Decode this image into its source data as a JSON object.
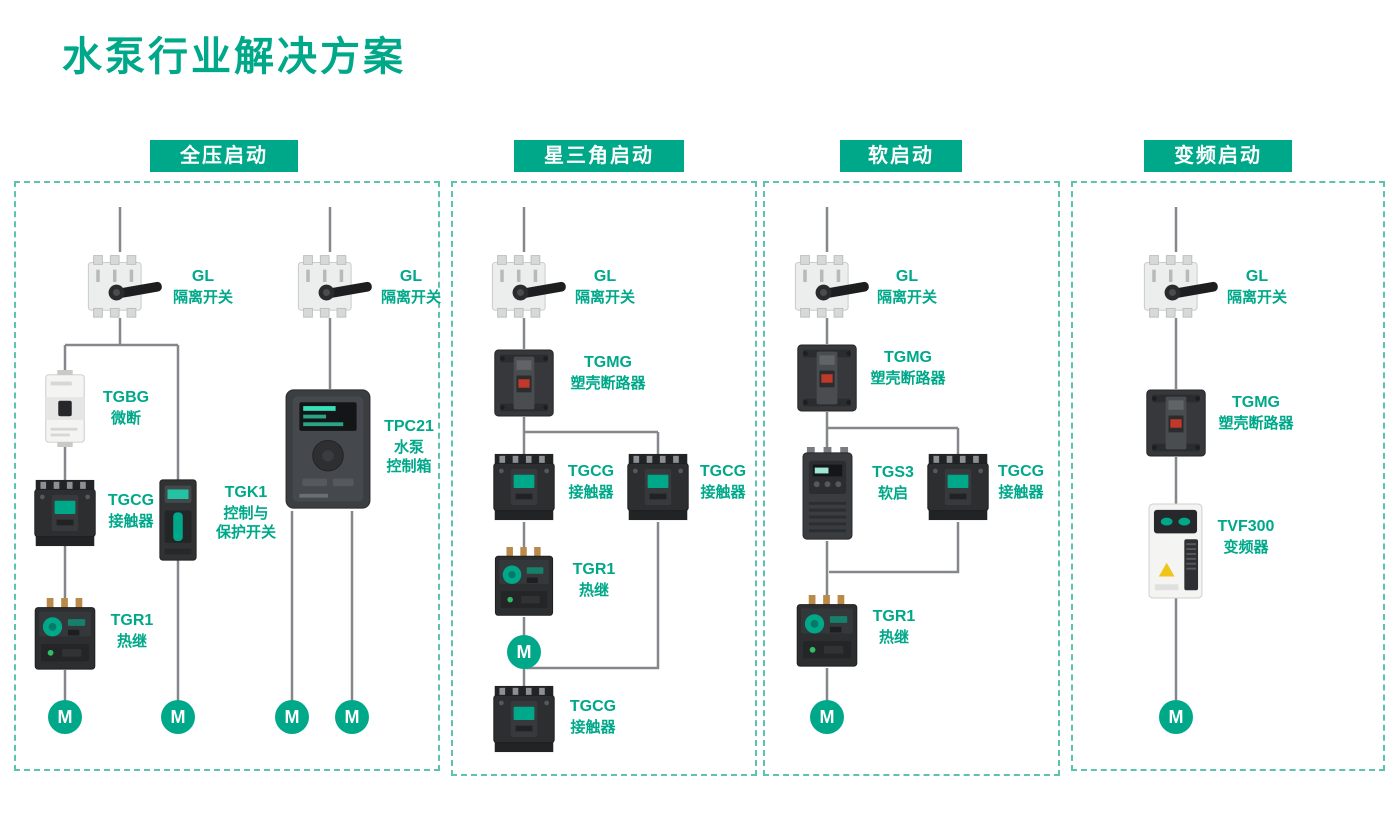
{
  "title": "水泵行业解决方案",
  "motor_label": "M",
  "colors": {
    "teal": "#00A88A",
    "line": "#85878A"
  },
  "panels": [
    {
      "header": "全压启动",
      "components": [
        {
          "model": "GL",
          "desc": "隔离开关"
        },
        {
          "model": "TGBG",
          "desc": "微断"
        },
        {
          "model": "TGCG",
          "desc": "接触器"
        },
        {
          "model": "TGR1",
          "desc": "热继"
        },
        {
          "model": "TGK1",
          "desc": "控制与\n保护开关"
        },
        {
          "model": "GL",
          "desc": "隔离开关"
        },
        {
          "model": "TPC21",
          "desc": "水泵\n控制箱"
        }
      ]
    },
    {
      "header": "星三角启动",
      "components": [
        {
          "model": "GL",
          "desc": "隔离开关"
        },
        {
          "model": "TGMG",
          "desc": "塑壳断路器"
        },
        {
          "model": "TGCG",
          "desc": "接触器"
        },
        {
          "model": "TGCG",
          "desc": "接触器"
        },
        {
          "model": "TGR1",
          "desc": "热继"
        },
        {
          "model": "TGCG",
          "desc": "接触器"
        }
      ]
    },
    {
      "header": "软启动",
      "components": [
        {
          "model": "GL",
          "desc": "隔离开关"
        },
        {
          "model": "TGMG",
          "desc": "塑壳断路器"
        },
        {
          "model": "TGS3",
          "desc": "软启"
        },
        {
          "model": "TGCG",
          "desc": "接触器"
        },
        {
          "model": "TGR1",
          "desc": "热继"
        }
      ]
    },
    {
      "header": "变频启动",
      "components": [
        {
          "model": "GL",
          "desc": "隔离开关"
        },
        {
          "model": "TGMG",
          "desc": "塑壳断路器"
        },
        {
          "model": "TVF300",
          "desc": "变频器"
        }
      ]
    }
  ]
}
